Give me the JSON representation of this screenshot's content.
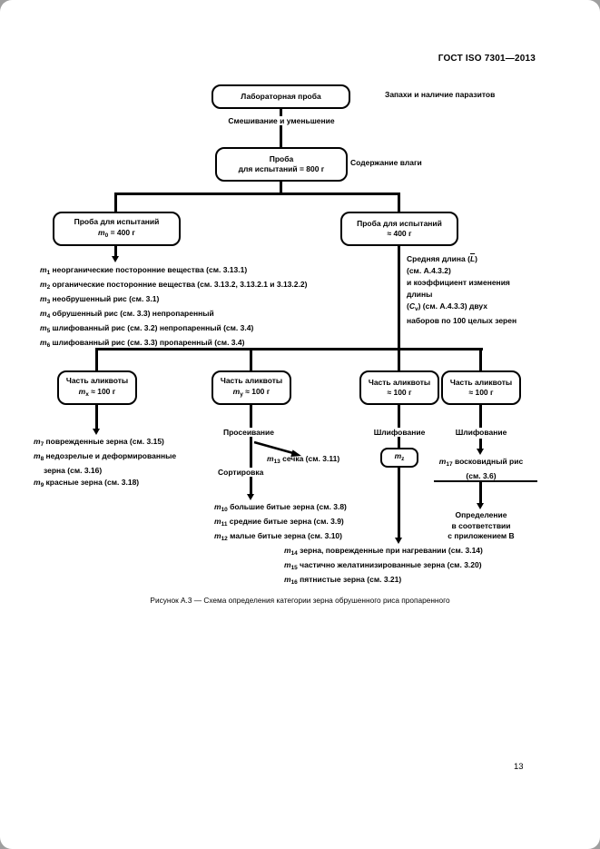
{
  "doc": {
    "header": "ГОСТ ISO 7301—2013",
    "page_number": "13",
    "figure_caption": "Рисунок А.3 — Схема определения категории зерна обрушенного риса пропаренного"
  },
  "flow": {
    "lab_sample": "Лабораторная проба",
    "note_parasites": "Запахи и наличие паразитов",
    "step_mixing": "Смешивание и уменьшение",
    "test_sample": {
      "l1": "Проба",
      "l2": "для испытаний = 800 г"
    },
    "note_moisture": "Содержание влаги",
    "sample_a": {
      "l1": "Проба для испытаний",
      "sym": "m",
      "sub": "0",
      "eq": " = 400 г"
    },
    "sample_b": {
      "l1": "Проба для испытаний",
      "l2": "≈ 400 г"
    },
    "length_note": {
      "l1_pre": "Средняя длина (",
      "l1_sym": "L",
      "l1_post": ")",
      "l2": "(см. А.4.3.2)",
      "l3": "и коэффициент изменения",
      "l4": "длины",
      "l5_pre": "(",
      "l5_sym": "C",
      "l5_sub": "v",
      "l5_post": ") (см. А.4.3.3) двух",
      "l6": "наборов по 100 целых зерен"
    },
    "impurities": [
      {
        "sym": "m",
        "sub": "1",
        "txt": " неорганические посторонние вещества (см. 3.13.1)"
      },
      {
        "sym": "m",
        "sub": "2",
        "txt": " органические посторонние вещества (см. 3.13.2, 3.13.2.1 и 3.13.2.2)"
      },
      {
        "sym": "m",
        "sub": "3",
        "txt": " необрушенный рис (см. 3.1)"
      },
      {
        "sym": "m",
        "sub": "4",
        "txt": " обрушенный рис (см. 3.3) непропаренный"
      },
      {
        "sym": "m",
        "sub": "5",
        "txt": " шлифованный рис (см. 3.2) непропаренный (см. 3.4)"
      },
      {
        "sym": "m",
        "sub": "6",
        "txt": " шлифованный рис (см. 3.3) пропаренный (см. 3.4)"
      }
    ],
    "aliquot_label": "Часть аликвоты",
    "aliquot1": {
      "sym": "m",
      "sub": "x",
      "eq": " ≈ 100 г"
    },
    "aliquot2": {
      "sym": "m",
      "sub": "y",
      "eq": " ≈ 100 г"
    },
    "aliquot3": {
      "eq": "≈ 100 г"
    },
    "aliquot4": {
      "eq": "≈ 100 г"
    },
    "damaged": [
      {
        "sym": "m",
        "sub": "7",
        "txt": " поврежденные зерна (см. 3.15)"
      },
      {
        "sym": "m",
        "sub": "8",
        "txt": " недозрелые и деформированные зерна (см. 3.16)"
      },
      {
        "sym": "m",
        "sub": "9",
        "txt": " красные зерна (см. 3.18)"
      }
    ],
    "step_sieving": "Просеивание",
    "m13": {
      "sym": "m",
      "sub": "13",
      "txt": " сечка (см. 3.11)"
    },
    "step_sorting": "Сортировка",
    "broken": [
      {
        "sym": "m",
        "sub": "10",
        "txt": " большие битые зерна (см. 3.8)"
      },
      {
        "sym": "m",
        "sub": "11",
        "txt": " средние битые зерна (см. 3.9)"
      },
      {
        "sym": "m",
        "sub": "12",
        "txt": " малые битые зерна (см. 3.10)"
      }
    ],
    "step_grinding3": "Шлифование",
    "mz": {
      "sym": "m",
      "sub": "z"
    },
    "heat": [
      {
        "sym": "m",
        "sub": "14",
        "txt": " зерна, поврежденные при нагревании (см. 3.14)"
      },
      {
        "sym": "m",
        "sub": "15",
        "txt": " частично желатинизированные зерна (см. 3.20)"
      },
      {
        "sym": "m",
        "sub": "16",
        "txt": " пятнистые зерна (см. 3.21)"
      }
    ],
    "step_grinding4": "Шлифование",
    "m17": {
      "sym": "m",
      "sub": "17",
      "txt": " восковидный рис"
    },
    "m17_ref": "(см. 3.6)",
    "determination": {
      "l1": "Определение",
      "l2": "в соответствии",
      "l3": "с приложением В"
    }
  }
}
